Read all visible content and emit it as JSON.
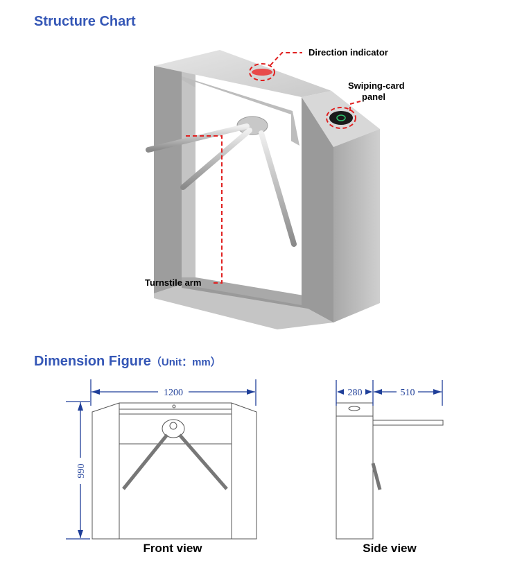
{
  "sections": {
    "structure_title": "Structure Chart",
    "dimension_title": "Dimension Figure",
    "dimension_unit": "（Unit：mm）"
  },
  "callouts": {
    "direction_indicator": "Direction indicator",
    "swiping_card_line1": "Swiping-card",
    "swiping_card_line2": "panel",
    "turnstile_arm": "Turnstile arm"
  },
  "dimensions": {
    "front_width": "1200",
    "front_height": "990",
    "side_depth": "280",
    "side_arm": "510"
  },
  "captions": {
    "front_view": "Front view",
    "side_view": "Side view"
  },
  "colors": {
    "heading": "#3557b6",
    "callout_line": "#e02020",
    "dimension_line": "#1f3f99",
    "steel": "#b9b9b9"
  }
}
